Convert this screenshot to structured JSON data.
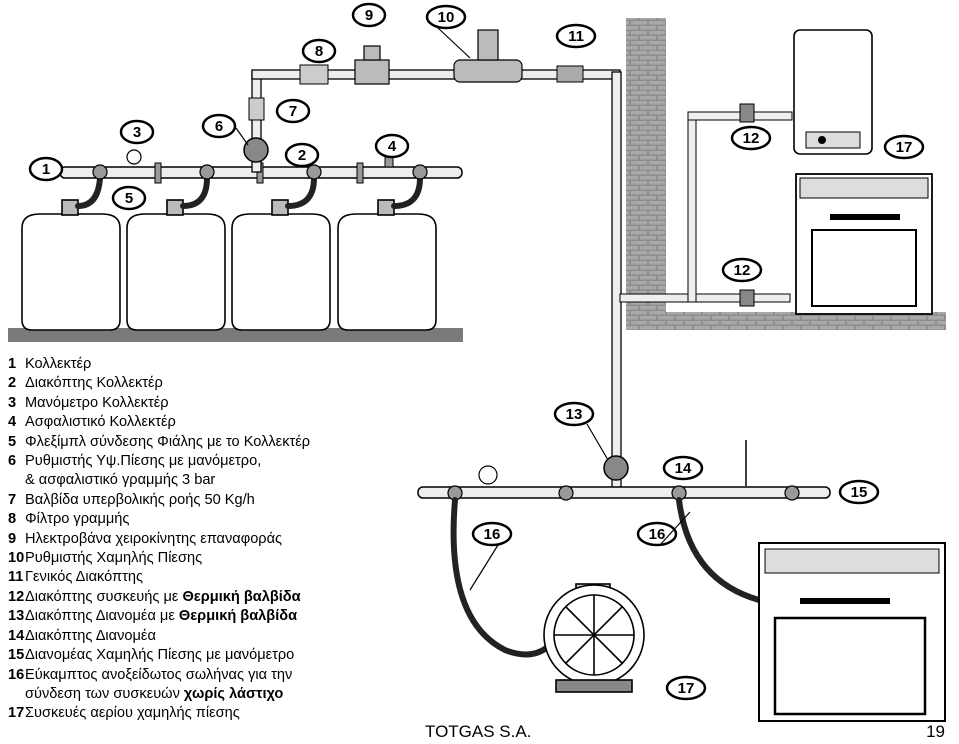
{
  "callouts": [
    "1",
    "2",
    "3",
    "4",
    "5",
    "6",
    "7",
    "8",
    "9",
    "10",
    "11",
    "12",
    "13",
    "14",
    "15",
    "16",
    "17"
  ],
  "legend": [
    {
      "num": "1",
      "text": "Κολλεκτέρ"
    },
    {
      "num": "2",
      "text": "Διακόπτης Κολλεκτέρ"
    },
    {
      "num": "3",
      "text": "Μανόμετρο Κολλεκτέρ"
    },
    {
      "num": "4",
      "text": "Ασφαλιστικό Κολλεκτέρ"
    },
    {
      "num": "5",
      "text": "Φλεξίμπλ σύνδεσης Φιάλης με το Κολλεκτέρ"
    },
    {
      "num": "6",
      "text": "Ρυθμιστής Υψ.Πίεσης με μανόμετρο,"
    },
    {
      "num": "",
      "text": "& ασφαλιστικό γραμμής 3 bar"
    },
    {
      "num": "7",
      "text": "Βαλβίδα υπερβολικής ροής 50 Kg/h"
    },
    {
      "num": "8",
      "text": "Φίλτρο γραμμής"
    },
    {
      "num": "9",
      "text": "Ηλεκτροβάνα χειροκίνητης επαναφοράς"
    },
    {
      "num": "10",
      "text": "Ρυθμιστής Χαμηλής Πίεσης"
    },
    {
      "num": "11",
      "text": "Γενικός Διακόπτης"
    },
    {
      "num": "12",
      "text": "Διακόπτης συσκευής με ",
      "bold": "Θερμική βαλβίδα"
    },
    {
      "num": "13",
      "text": "Διακόπτης Διανομέα  με ",
      "bold": "Θερμική βαλβίδα"
    },
    {
      "num": "14",
      "text": "Διακόπτης Διανομέα"
    },
    {
      "num": "15",
      "text": "Διανομέας Χαμηλής Πίεσης με μανόμετρο"
    },
    {
      "num": "16",
      "text": "Εύκαμπτος ανοξείδωτος σωλήνας για την"
    },
    {
      "num": "",
      "text": "σύνδεση των συσκευών ",
      "bold": "χωρίς λάστιχο"
    },
    {
      "num": "17",
      "text": "Συσκευές αερίου χαμηλής πίεσης"
    }
  ],
  "footer": {
    "company": "TOTGAS S.A.",
    "page": "19"
  }
}
